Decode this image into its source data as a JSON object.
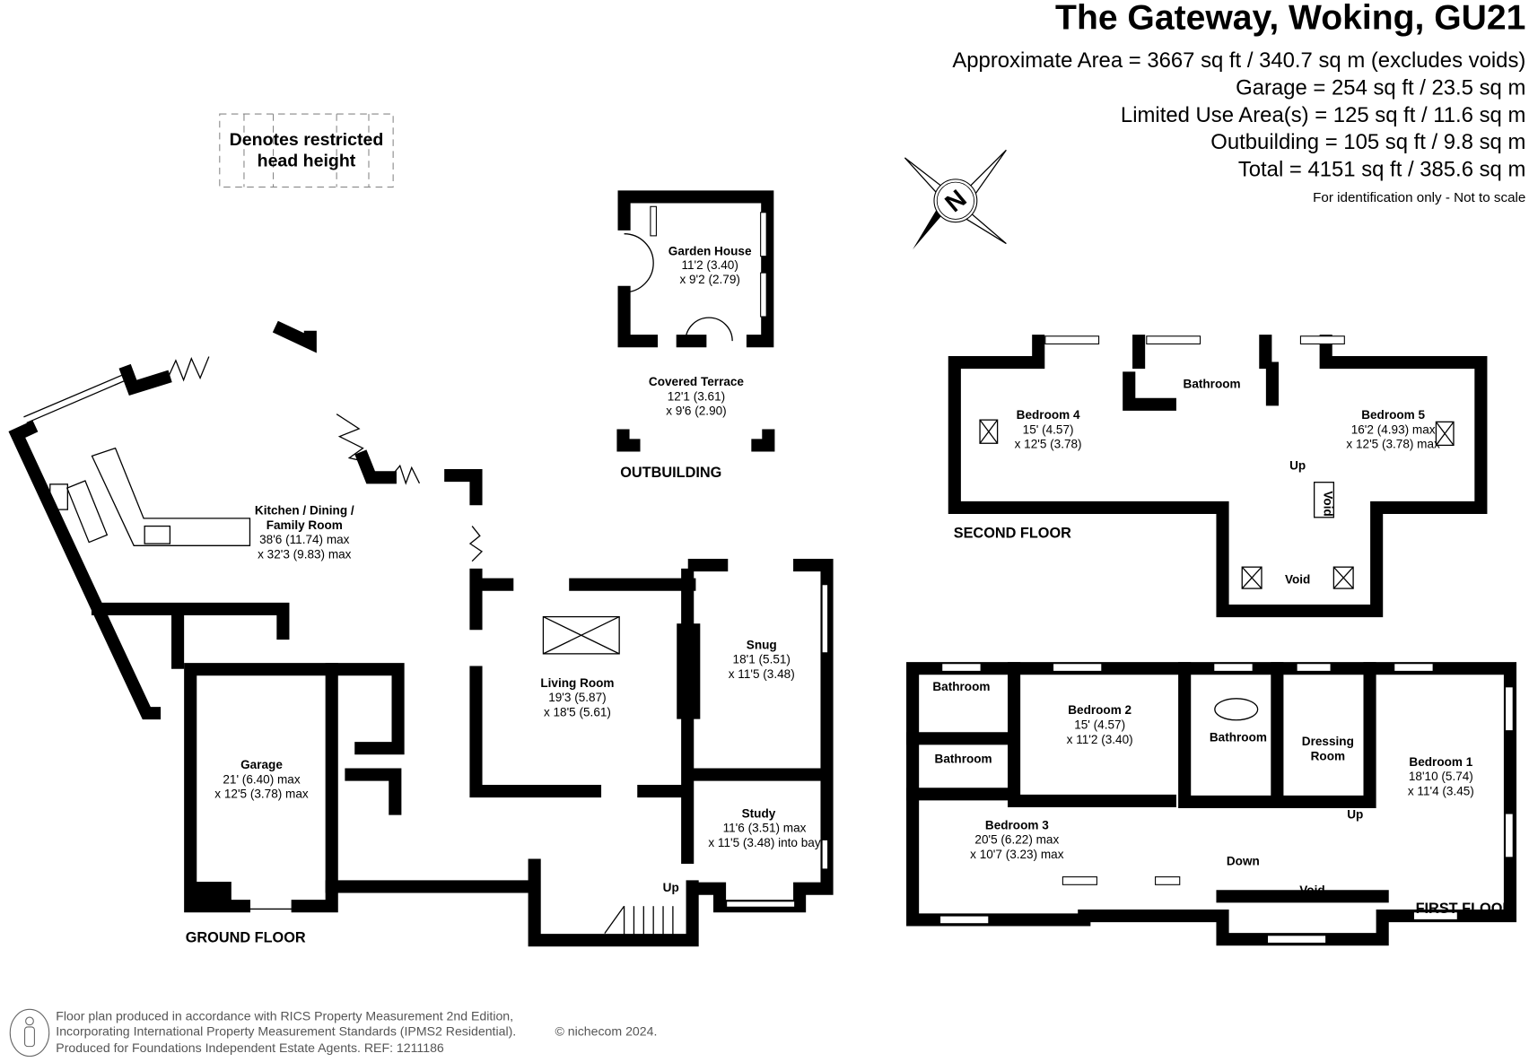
{
  "header": {
    "title": "The Gateway, Woking, GU21",
    "areas": [
      "Approximate Area = 3667 sq ft / 340.7 sq m (excludes voids)",
      "Garage = 254 sq ft / 23.5 sq m",
      "Limited Use Area(s) = 125 sq ft / 11.6 sq m",
      "Outbuilding = 105 sq ft / 9.8 sq m",
      "Total = 4151 sq ft / 385.6 sq m"
    ],
    "note": "For identification only - Not to scale"
  },
  "compass": {
    "label": "N",
    "icon": "north-compass-icon"
  },
  "legend": {
    "line1": "Denotes restricted",
    "line2": "head height"
  },
  "outbuilding": {
    "label": "OUTBUILDING",
    "garden_house": {
      "name": "Garden House",
      "dim1": "11'2 (3.40)",
      "dim2": "x 9'2 (2.79)"
    },
    "covered_terrace": {
      "name": "Covered Terrace",
      "dim1": "12'1 (3.61)",
      "dim2": "x 9'6 (2.90)"
    }
  },
  "ground_floor": {
    "label": "GROUND FLOOR",
    "kitchen": {
      "name1": "Kitchen / Dining /",
      "name2": "Family Room",
      "dim1": "38'6 (11.74) max",
      "dim2": "x 32'3 (9.83) max"
    },
    "garage": {
      "name": "Garage",
      "dim1": "21' (6.40) max",
      "dim2": "x 12'5 (3.78) max"
    },
    "living": {
      "name": "Living Room",
      "dim1": "19'3 (5.87)",
      "dim2": "x 18'5 (5.61)"
    },
    "snug": {
      "name": "Snug",
      "dim1": "18'1 (5.51)",
      "dim2": "x 11'5 (3.48)"
    },
    "study": {
      "name": "Study",
      "dim1": "11'6 (3.51) max",
      "dim2": "x 11'5 (3.48) into bay"
    },
    "up": "Up"
  },
  "second_floor": {
    "label": "SECOND FLOOR",
    "bedroom4": {
      "name": "Bedroom 4",
      "dim1": "15' (4.57)",
      "dim2": "x 12'5 (3.78)"
    },
    "bathroom": {
      "name": "Bathroom"
    },
    "bedroom5": {
      "name": "Bedroom 5",
      "dim1": "16'2 (4.93) max",
      "dim2": "x 12'5 (3.78) max"
    },
    "up": "Up",
    "void_small": "Void",
    "void": "Void"
  },
  "first_floor": {
    "label": "FIRST FLOOR",
    "bathroom_a": "Bathroom",
    "bathroom_b": "Bathroom",
    "bathroom_c": "Bathroom",
    "bedroom2": {
      "name": "Bedroom 2",
      "dim1": "15' (4.57)",
      "dim2": "x 11'2 (3.40)"
    },
    "dressing": {
      "name1": "Dressing",
      "name2": "Room"
    },
    "bedroom1": {
      "name": "Bedroom 1",
      "dim1": "18'10 (5.74)",
      "dim2": "x 11'4 (3.45)"
    },
    "bedroom3": {
      "name": "Bedroom 3",
      "dim1": "20'5 (6.22) max",
      "dim2": "x 10'7 (3.23) max"
    },
    "up": "Up",
    "down": "Down",
    "void": "Void"
  },
  "footer": {
    "line1": "Floor plan produced in accordance with RICS Property Measurement 2nd Edition,",
    "line2": "Incorporating International Property Measurement Standards (IPMS2 Residential).",
    "copyright": "© nichecom 2024.",
    "line3": "Produced for Foundations Independent Estate Agents.   REF: 1211186"
  }
}
